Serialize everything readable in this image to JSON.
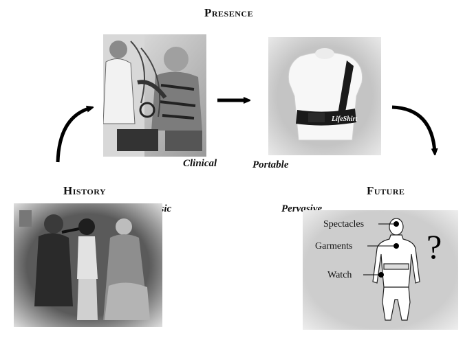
{
  "headings": {
    "presence": "Presence",
    "history": "History",
    "future": "Future"
  },
  "captions": {
    "clinical": "Clinical",
    "portable": "Portable",
    "basic": "Basic",
    "pervasive": "Pervasive"
  },
  "device": {
    "brand": "LifeShirt"
  },
  "future_figure": {
    "labels": [
      "Spectacles",
      "Garments",
      "Watch"
    ],
    "question_mark": "?"
  },
  "colors": {
    "arrow": "#000000",
    "photo_bg": "#c8c8c8",
    "future_bg": "#d0d0d0"
  }
}
